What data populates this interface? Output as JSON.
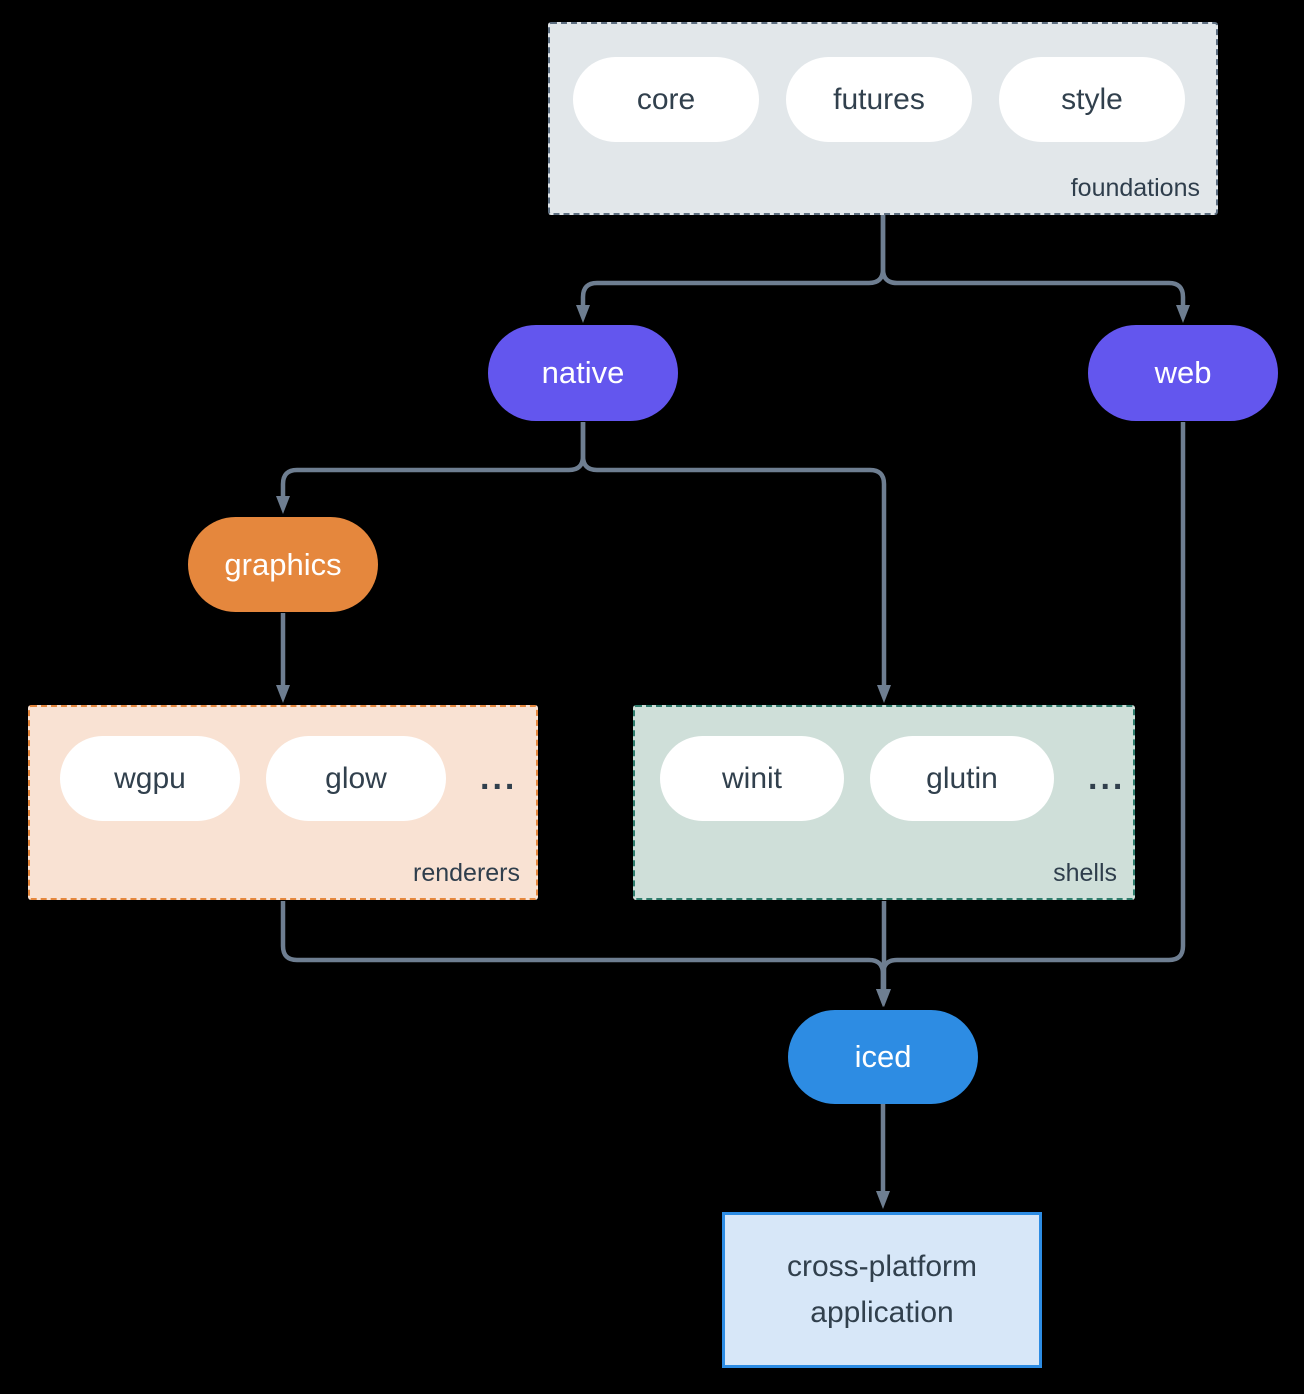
{
  "diagram": {
    "foundations": {
      "label": "foundations",
      "items": [
        "core",
        "futures",
        "style"
      ]
    },
    "native": {
      "label": "native"
    },
    "web": {
      "label": "web"
    },
    "graphics": {
      "label": "graphics"
    },
    "renderers": {
      "label": "renderers",
      "items": [
        "wgpu",
        "glow"
      ],
      "more": "..."
    },
    "shells": {
      "label": "shells",
      "items": [
        "winit",
        "glutin"
      ],
      "more": "..."
    },
    "iced": {
      "label": "iced"
    },
    "application": {
      "label": "cross-platform application"
    },
    "colors": {
      "background": "#000000",
      "connector": "#6e7e91",
      "foundations_fill": "#e2e7ea",
      "foundations_border": "#5d6e80",
      "renderers_fill": "#f9e2d3",
      "renderers_border": "#e5873d",
      "shells_fill": "#cfdfd9",
      "shells_border": "#2f7d6d",
      "pill_fill": "#ffffff",
      "text_dark": "#31404d",
      "native_web_fill": "#6356ee",
      "graphics_fill": "#e5873d",
      "iced_fill": "#2d8ce3",
      "application_fill": "#d7e7f8",
      "application_border": "#2d8ce3"
    }
  }
}
